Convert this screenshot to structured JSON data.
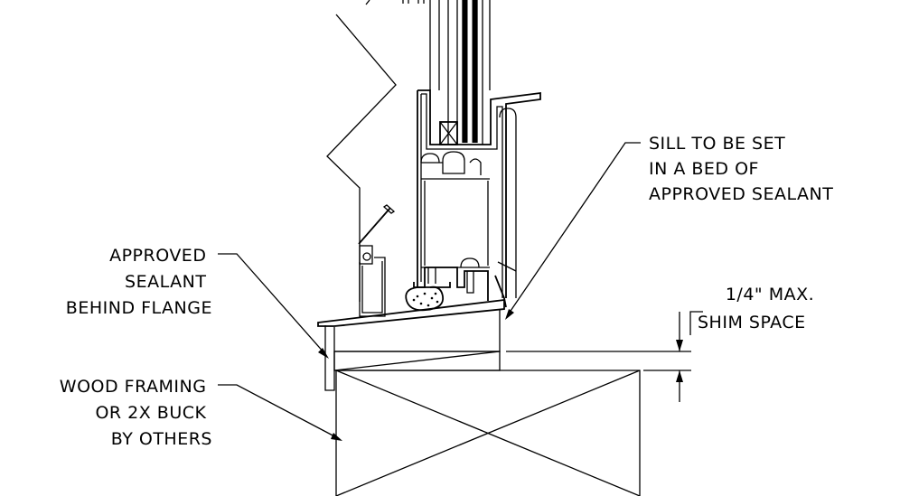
{
  "labels": {
    "sill_note": [
      "SILL TO BE SET",
      "IN A BED OF",
      "APPROVED SEALANT"
    ],
    "sealant_note": [
      "APPROVED",
      "SEALANT",
      "BEHIND FLANGE"
    ],
    "shim_note": [
      "1/4\" MAX.",
      "SHIM SPACE"
    ],
    "framing_note": [
      "WOOD FRAMING",
      "OR 2X BUCK",
      "BY OTHERS"
    ]
  }
}
